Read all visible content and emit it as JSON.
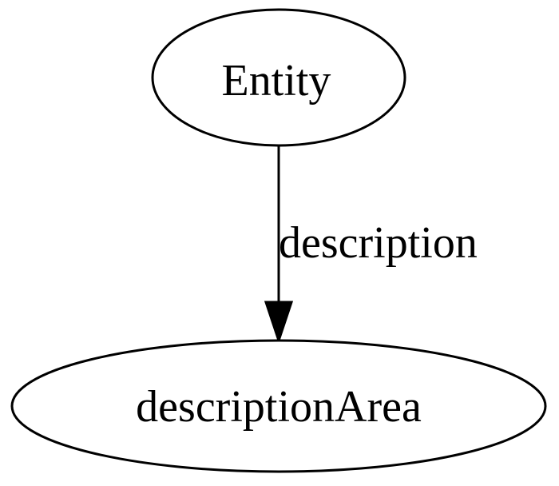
{
  "nodes": {
    "entity": {
      "label": "Entity"
    },
    "description_area": {
      "label": "descriptionArea"
    }
  },
  "edges": [
    {
      "from": "Entity",
      "to": "descriptionArea",
      "label": "description"
    }
  ]
}
